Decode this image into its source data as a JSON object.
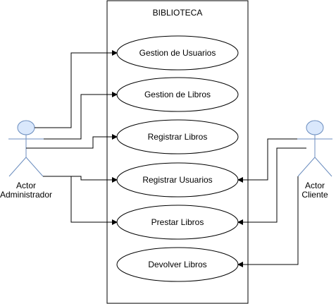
{
  "system": {
    "title": "BIBLIOTECA"
  },
  "actors": {
    "admin": {
      "line1": "Actor",
      "line2": "Administrador"
    },
    "client": {
      "line1": "Actor",
      "line2": "Cliente"
    }
  },
  "use_cases": [
    {
      "label": "Gestion de Usuarios"
    },
    {
      "label": "Gestion de Libros"
    },
    {
      "label": "Registrar Libros"
    },
    {
      "label": "Registrar Usuarios"
    },
    {
      "label": "Prestar Libros"
    },
    {
      "label": "Devolver Libros"
    }
  ],
  "colors": {
    "actor_head": "#dae8fc",
    "actor_stroke": "#6c8ebf",
    "line": "#000000"
  }
}
